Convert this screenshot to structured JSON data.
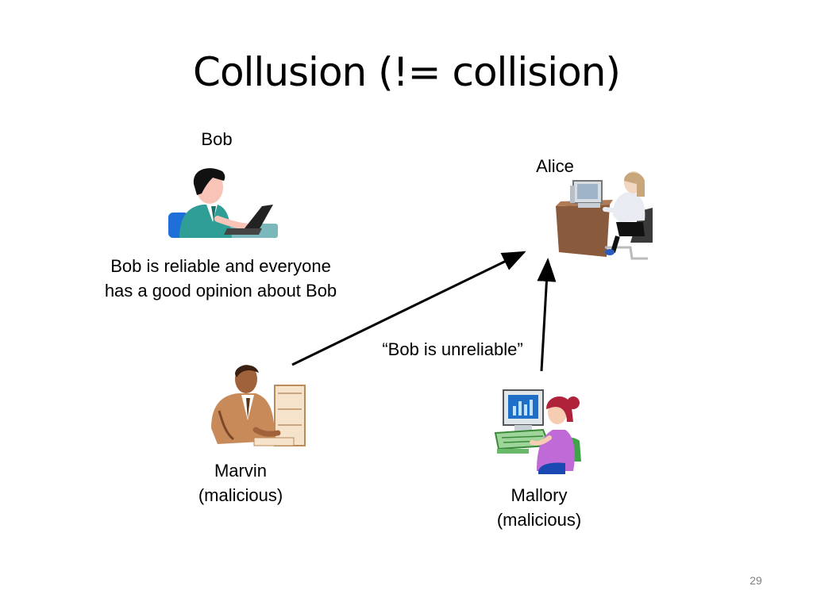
{
  "title": "Collusion (!= collision)",
  "people": {
    "bob": {
      "name": "Bob",
      "note_line1": "Bob is reliable and everyone",
      "note_line2": "has a good opinion about Bob"
    },
    "alice": {
      "name": "Alice"
    },
    "marvin": {
      "name": "Marvin",
      "role": "(malicious)"
    },
    "mallory": {
      "name": "Mallory",
      "role": "(malicious)"
    }
  },
  "message": "“Bob is unreliable”",
  "slide_number": "29"
}
